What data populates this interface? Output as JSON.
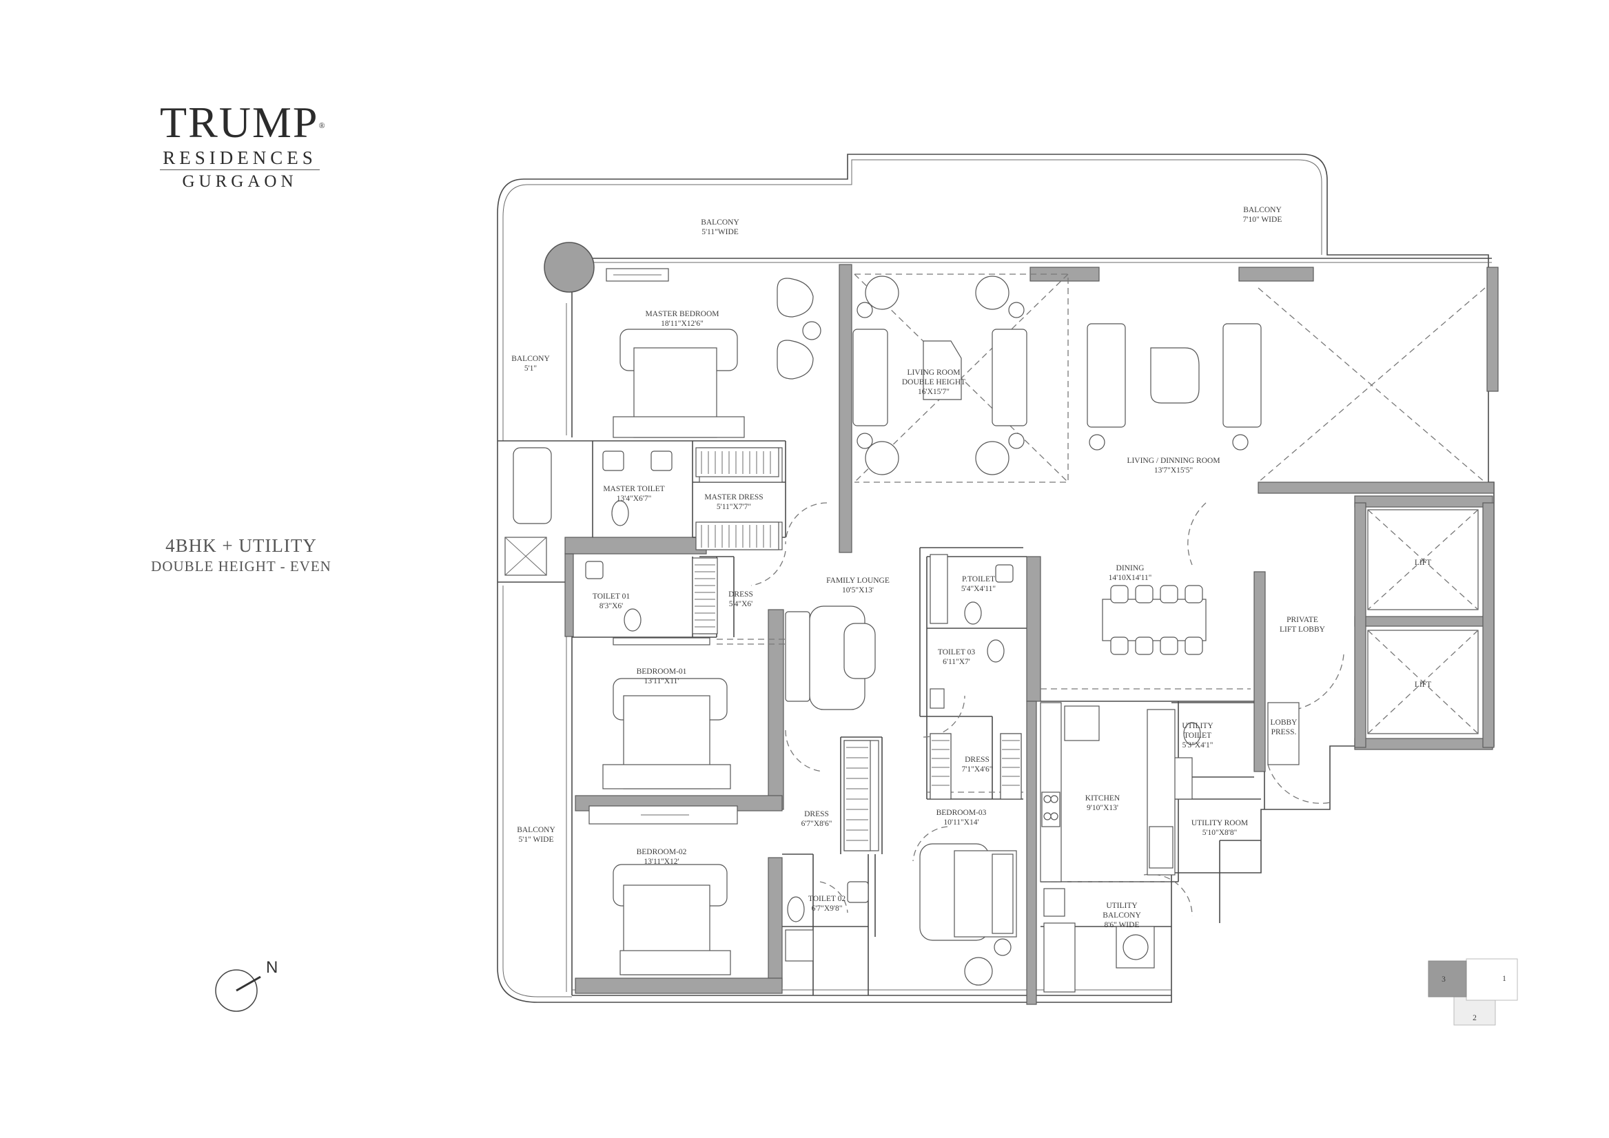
{
  "brand": {
    "line1": "TRUMP",
    "registered": "®",
    "line2": "RESIDENCES",
    "line3": "GURGAON"
  },
  "unit_type": {
    "title": "4BHK + UTILITY",
    "subtitle": "DOUBLE HEIGHT - EVEN"
  },
  "north": {
    "label": "N"
  },
  "rooms": {
    "balcony_top": {
      "name": "BALCONY",
      "size": "5'11\"WIDE"
    },
    "balcony_top_right": {
      "name": "BALCONY",
      "size": "7'10\" WIDE"
    },
    "balcony_left": {
      "name": "BALCONY",
      "size": "5'1\""
    },
    "balcony_bottom_left": {
      "name": "BALCONY",
      "size": "5'1\" WIDE"
    },
    "master_bedroom": {
      "name": "MASTER BEDROOM",
      "size": "18'11\"X12'6\""
    },
    "living_room": {
      "name": "LIVING ROOM",
      "note": "DOUBLE HEIGHT",
      "size": "16'X15'7\""
    },
    "living_dinning": {
      "name": "LIVING / DINNING ROOM",
      "size": "13'7\"X15'5\""
    },
    "master_toilet": {
      "name": "MASTER TOILET",
      "size": "13'4\"X6'7\""
    },
    "master_dress": {
      "name": "MASTER DRESS",
      "size": "5'11\"X7'7\""
    },
    "toilet_01": {
      "name": "TOILET 01",
      "size": "8'3\"X6'"
    },
    "dress_1": {
      "name": "DRESS",
      "size": "5'4\"X6'"
    },
    "family_lounge": {
      "name": "FAMILY LOUNGE",
      "size": "10'5\"X13'"
    },
    "p_toilet": {
      "name": "P.TOILET",
      "size": "5'4\"X4'11\""
    },
    "dining": {
      "name": "DINING",
      "size": "14'10X14'11\""
    },
    "lift_1": {
      "name": "LIFT"
    },
    "lift_2": {
      "name": "LIFT"
    },
    "private_lift_lobby": {
      "name": "PRIVATE",
      "name2": "LIFT LOBBY"
    },
    "bedroom_01": {
      "name": "BEDROOM-01",
      "size": "13'11\"X11'"
    },
    "toilet_03": {
      "name": "TOILET 03",
      "size": "6'11\"X7'"
    },
    "utility_toilet": {
      "name": "UTILITY",
      "name2": "TOILET",
      "size": "5'3\"X4'1\""
    },
    "lobby_press": {
      "name": "LOBBY",
      "name2": "PRESS."
    },
    "dress_2": {
      "name": "DRESS",
      "size": "7'1\"X4'6\""
    },
    "kitchen": {
      "name": "KITCHEN",
      "size": "9'10\"X13'"
    },
    "dress_3": {
      "name": "DRESS",
      "size": "6'7\"X8'6\""
    },
    "bedroom_03": {
      "name": "BEDROOM-03",
      "size": "10'11\"X14'"
    },
    "utility_room": {
      "name": "UTILITY ROOM",
      "size": "5'10\"X8'8\""
    },
    "bedroom_02": {
      "name": "BEDROOM-02",
      "size": "13'11\"X12'"
    },
    "toilet_02": {
      "name": "TOILET 02",
      "size": "6'7\"X9'8\""
    },
    "utility_balcony": {
      "name": "UTILITY",
      "name2": "BALCONY",
      "size": "8'6\" WIDE"
    }
  },
  "key_plan": {
    "unit_3": "3",
    "unit_1": "1",
    "unit_2": "2"
  }
}
